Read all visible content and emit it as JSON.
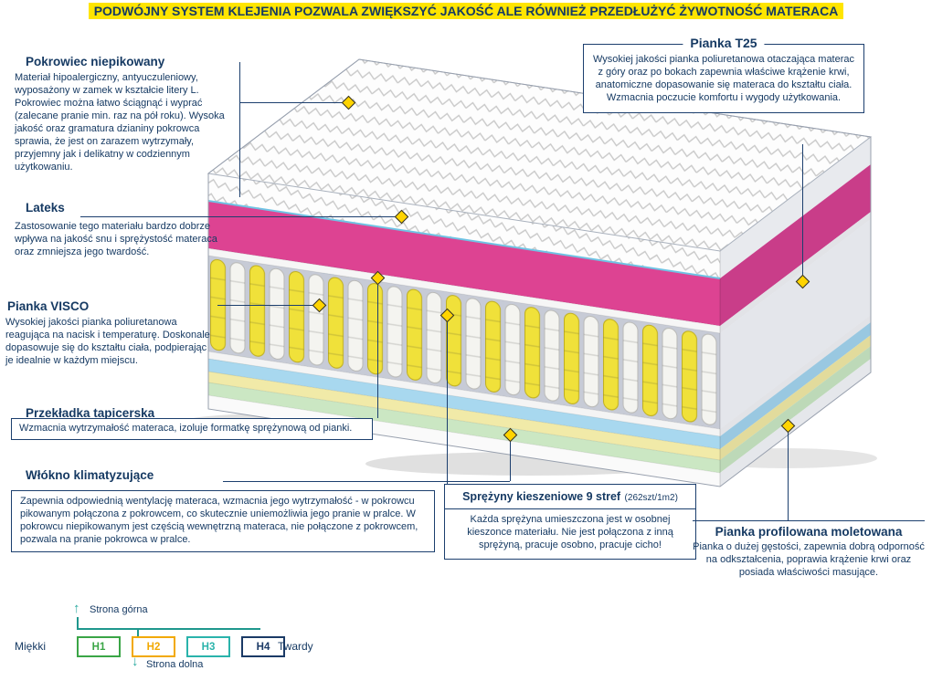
{
  "banner": {
    "text": "PODWÓJNY SYSTEM KLEJENIA POZWALA ZWIĘKSZYĆ JAKOŚĆ ALE RÓWNIEŻ PRZEDŁUŻYĆ ŻYWOTNOŚĆ MATERACA"
  },
  "annotations": {
    "pokrowiec": {
      "title": "Pokrowiec niepikowany",
      "text": "Materiał hipoalergiczny, antyuczuleniowy, wyposażony w zamek w kształcie litery L. Pokrowiec można łatwo ściągnąć i wyprać (zalecane pranie min. raz na pół roku). Wysoka jakość oraz gramatura dzianiny pokrowca sprawia, że jest on zarazem wytrzymały, przyjemny jak i delikatny w codziennym użytkowaniu."
    },
    "lateks": {
      "title": "Lateks",
      "text": "Zastosowanie tego materiału bardzo dobrze wpływa na jakość snu i sprężystość materaca oraz zmniejsza jego twardość."
    },
    "pianka_visco": {
      "title": "Pianka VISCO",
      "text": "Wysokiej jakości pianka poliuretanowa reagująca na nacisk i temperaturę. Doskonale dopasowuje się do kształtu ciała, podpierając je idealnie w każdym miejscu."
    },
    "przekladka": {
      "title": "Przekładka tapicerska",
      "text": "Wzmacnia wytrzymałość materaca, izoluje formatkę sprężynową od pianki."
    },
    "wlokno": {
      "title": "Włókno klimatyzujące",
      "text": "Zapewnia odpowiednią wentylację materaca, wzmacnia jego wytrzymałość - w pokrowcu pikowanym połączona z pokrowcem, co skutecznie uniemożliwia jego pranie w pralce. W pokrowcu niepikowanym jest częścią wewnętrzną materaca, nie połączone z pokrowcem, pozwala na pranie pokrowca w pralce."
    },
    "pianka_t25": {
      "title": "Pianka T25",
      "text": "Wysokiej jakości pianka poliuretanowa otaczająca materac z góry oraz po bokach zapewnia właściwe krążenie krwi, anatomiczne dopasowanie się materaca do kształtu ciała. Wzmacnia poczucie komfortu i wygody użytkowania."
    },
    "sprezyny": {
      "title": "Sprężyny kieszeniowe 9 stref",
      "count": "(262szt/1m2)",
      "text": "Każda sprężyna umieszczona jest w osobnej kieszonce materiału. Nie jest połączona z inną sprężyną, pracuje osobno, pracuje cicho!"
    },
    "pianka_profilowana": {
      "title": "Pianka profilowana moletowana",
      "text": "Pianka o dużej gęstości, zapewnia dobrą odporność na odkształcenia, poprawia krążenie krwi oraz posiada właściwości masujące."
    }
  },
  "hardness_scale": {
    "top_side_label": "Strona górna",
    "bottom_side_label": "Strona dolna",
    "soft_label": "Miękki",
    "hard_label": "Twardy",
    "up_arrow": "↑",
    "down_arrow": "↓",
    "levels": [
      {
        "label": "H1",
        "color": "#3aa546"
      },
      {
        "label": "H2",
        "color": "#f2a900"
      },
      {
        "label": "H3",
        "color": "#2ab3ab"
      },
      {
        "label": "H4",
        "color": "#1b3a66"
      }
    ]
  },
  "colors": {
    "banner_bg": "#ffe500",
    "text_navy": "#163a63",
    "connector_navy": "#1c3f6e",
    "marker_yellow": "#ffd400",
    "teal": "#1f978d",
    "mattress_pink": "#dd4392",
    "spring_yellow": "#f0e13a"
  }
}
